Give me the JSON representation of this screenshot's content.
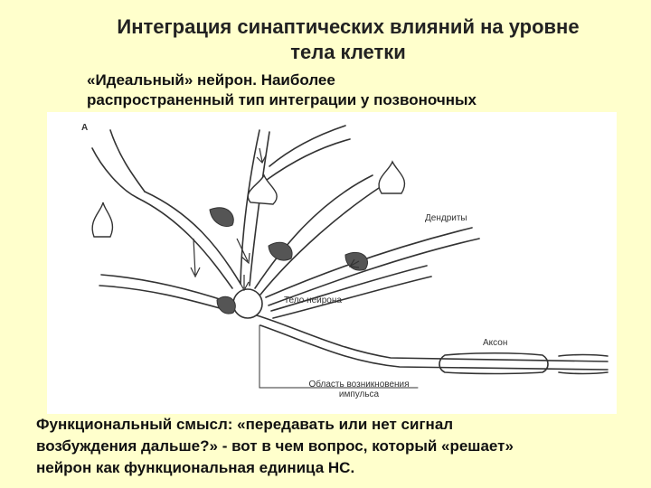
{
  "slide": {
    "title_line1": "Интеграция синаптических влияний на уровне",
    "title_line2": "тела клетки",
    "subtitle_line1": "«Идеальный» нейрон. Наиболее",
    "subtitle_line2": "распространенный тип интеграции у позвоночных",
    "caption_line1": "Функциональный смысл: «передавать или нет сигнал",
    "caption_line2": "возбуждения дальше?» - вот в чем вопрос, который «решает»",
    "caption_line3": "нейрон как функциональная единица НС."
  },
  "figure": {
    "panel_letter": "А",
    "label_dendrites": "Дендриты",
    "label_soma": "Тело нейрона",
    "label_axon": "Аксон",
    "label_zone_line1": "Область возникновения",
    "label_zone_line2": "импульса",
    "colors": {
      "background": "#ffffcc",
      "line": "#333333",
      "synapse_fill": "#555555"
    }
  }
}
